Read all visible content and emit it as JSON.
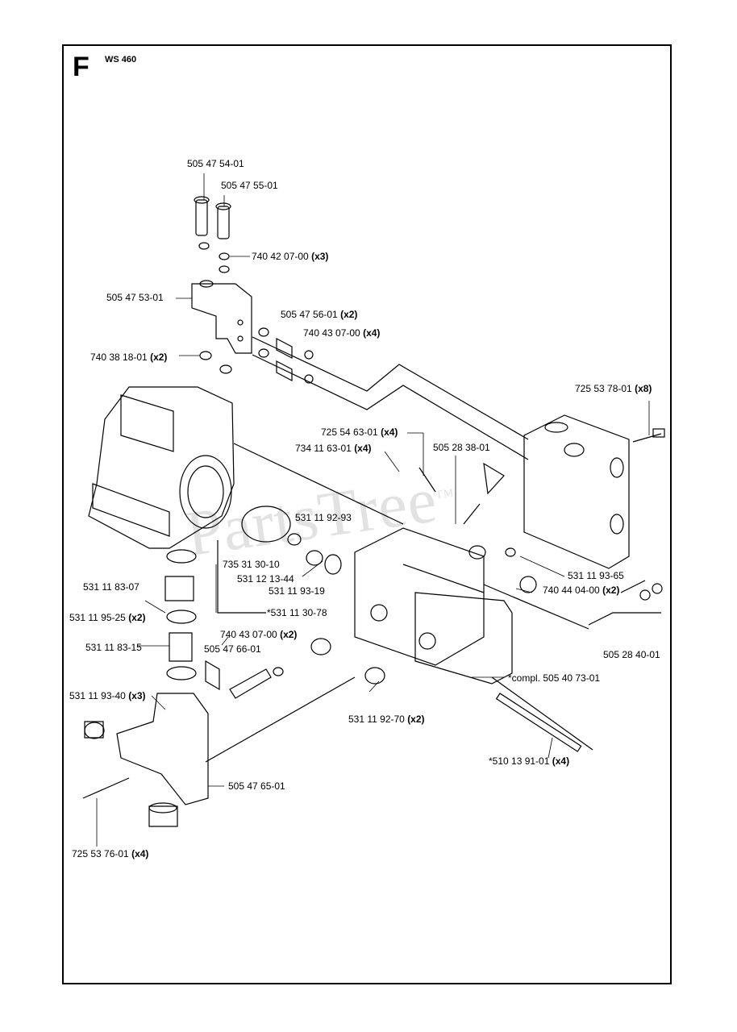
{
  "section_letter": "F",
  "model": "WS 460",
  "watermark": "PartsTree",
  "watermark_tm": "TM",
  "parts": [
    {
      "id": "p1",
      "number": "505 47 54-01",
      "qty": ""
    },
    {
      "id": "p2",
      "number": "505 47 55-01",
      "qty": ""
    },
    {
      "id": "p3",
      "number": "740 42 07-00",
      "qty": "(x3)"
    },
    {
      "id": "p4",
      "number": "505 47 53-01",
      "qty": ""
    },
    {
      "id": "p5",
      "number": "505 47 56-01",
      "qty": "(x2)"
    },
    {
      "id": "p6",
      "number": "740 43 07-00",
      "qty": "(x4)"
    },
    {
      "id": "p7",
      "number": "740 38 18-01",
      "qty": "(x2)"
    },
    {
      "id": "p8",
      "number": "725 53 78-01",
      "qty": "(x8)"
    },
    {
      "id": "p9",
      "number": "725 54 63-01",
      "qty": "(x4)"
    },
    {
      "id": "p10",
      "number": "734 11 63-01",
      "qty": "(x4)"
    },
    {
      "id": "p11",
      "number": "505 28 38-01",
      "qty": ""
    },
    {
      "id": "p12",
      "number": "531 11 92-93",
      "qty": ""
    },
    {
      "id": "p13",
      "number": "735 31 30-10",
      "qty": ""
    },
    {
      "id": "p14",
      "number": "531 12 13-44",
      "qty": ""
    },
    {
      "id": "p15",
      "number": "531 11 93-19",
      "qty": ""
    },
    {
      "id": "p16",
      "number": "531 11 93-65",
      "qty": ""
    },
    {
      "id": "p17",
      "number": "740 44 04-00",
      "qty": "(x2)"
    },
    {
      "id": "p18",
      "number": "531 11 83-07",
      "qty": ""
    },
    {
      "id": "p19",
      "number": "*531 11 30-78",
      "qty": ""
    },
    {
      "id": "p20",
      "number": "531 11 95-25",
      "qty": "(x2)"
    },
    {
      "id": "p21",
      "number": "740 43 07-00",
      "qty": "(x2)"
    },
    {
      "id": "p22",
      "number": "505 28 40-01",
      "qty": ""
    },
    {
      "id": "p23",
      "number": "531 11 83-15",
      "qty": ""
    },
    {
      "id": "p24",
      "number": "505 47 66-01",
      "qty": ""
    },
    {
      "id": "p25",
      "number": "*compl. 505 40 73-01",
      "qty": ""
    },
    {
      "id": "p26",
      "number": "531 11 93-40",
      "qty": "(x3)"
    },
    {
      "id": "p27",
      "number": "531 11 92-70",
      "qty": "(x2)"
    },
    {
      "id": "p28",
      "number": "*510 13 91-01",
      "qty": "(x4)"
    },
    {
      "id": "p29",
      "number": "505 47 65-01",
      "qty": ""
    },
    {
      "id": "p30",
      "number": "725 53 76-01",
      "qty": "(x4)"
    }
  ]
}
